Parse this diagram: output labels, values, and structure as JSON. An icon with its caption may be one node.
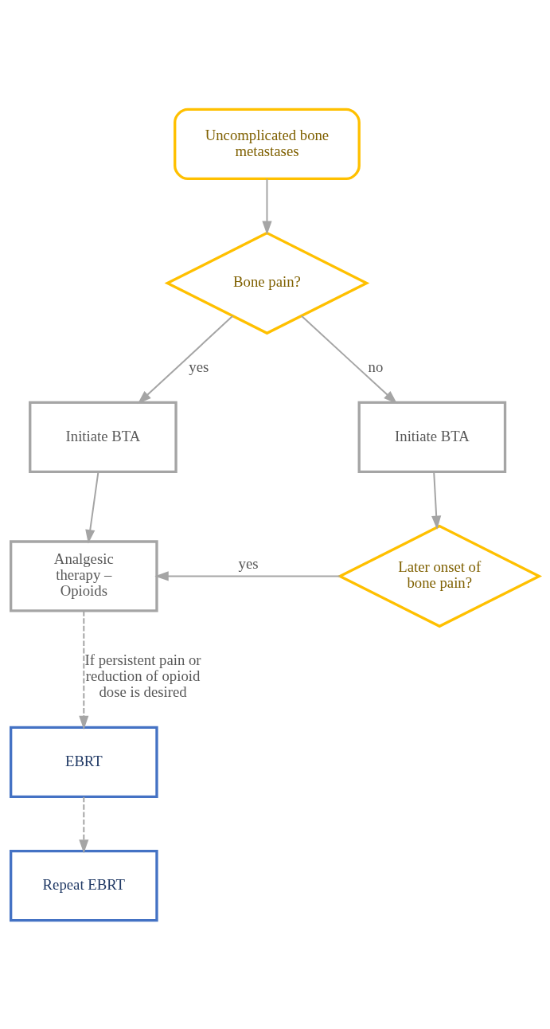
{
  "diagram": {
    "nodes": [
      {
        "text": [
          "Uncomplicated bone metastases"
        ]
      },
      {
        "text": [
          "Bone pain?"
        ]
      },
      {
        "text": [
          "Initiate BTA"
        ]
      },
      {
        "text": [
          "Initiate BTA"
        ]
      },
      {
        "text": [
          "Analgesic therapy – Opioids"
        ]
      },
      {
        "text": [
          "Later onset of bone pain?"
        ]
      },
      {
        "text": [
          "EBRT"
        ]
      },
      {
        "text": [
          "Repeat EBRT"
        ]
      }
    ],
    "edges": [
      {
        "from": 0,
        "to": 1,
        "arrow": "to"
      },
      {
        "from": 1,
        "to": 2,
        "arrow": "to",
        "label": "yes"
      },
      {
        "from": 1,
        "to": 3,
        "arrow": "to",
        "label": "no"
      },
      {
        "from": 2,
        "to": 4,
        "arrow": "to"
      },
      {
        "from": 3,
        "to": 5,
        "arrow": "to"
      },
      {
        "from": 5,
        "to": 4,
        "arrow": "to",
        "label": "yes"
      },
      {
        "from": 4,
        "to": 6,
        "arrow": "to",
        "style": "dashed",
        "label": "If persistent pain or reduction of opioid dose is desired"
      },
      {
        "from": 6,
        "to": 7,
        "arrow": "to",
        "style": "dashed"
      }
    ]
  }
}
